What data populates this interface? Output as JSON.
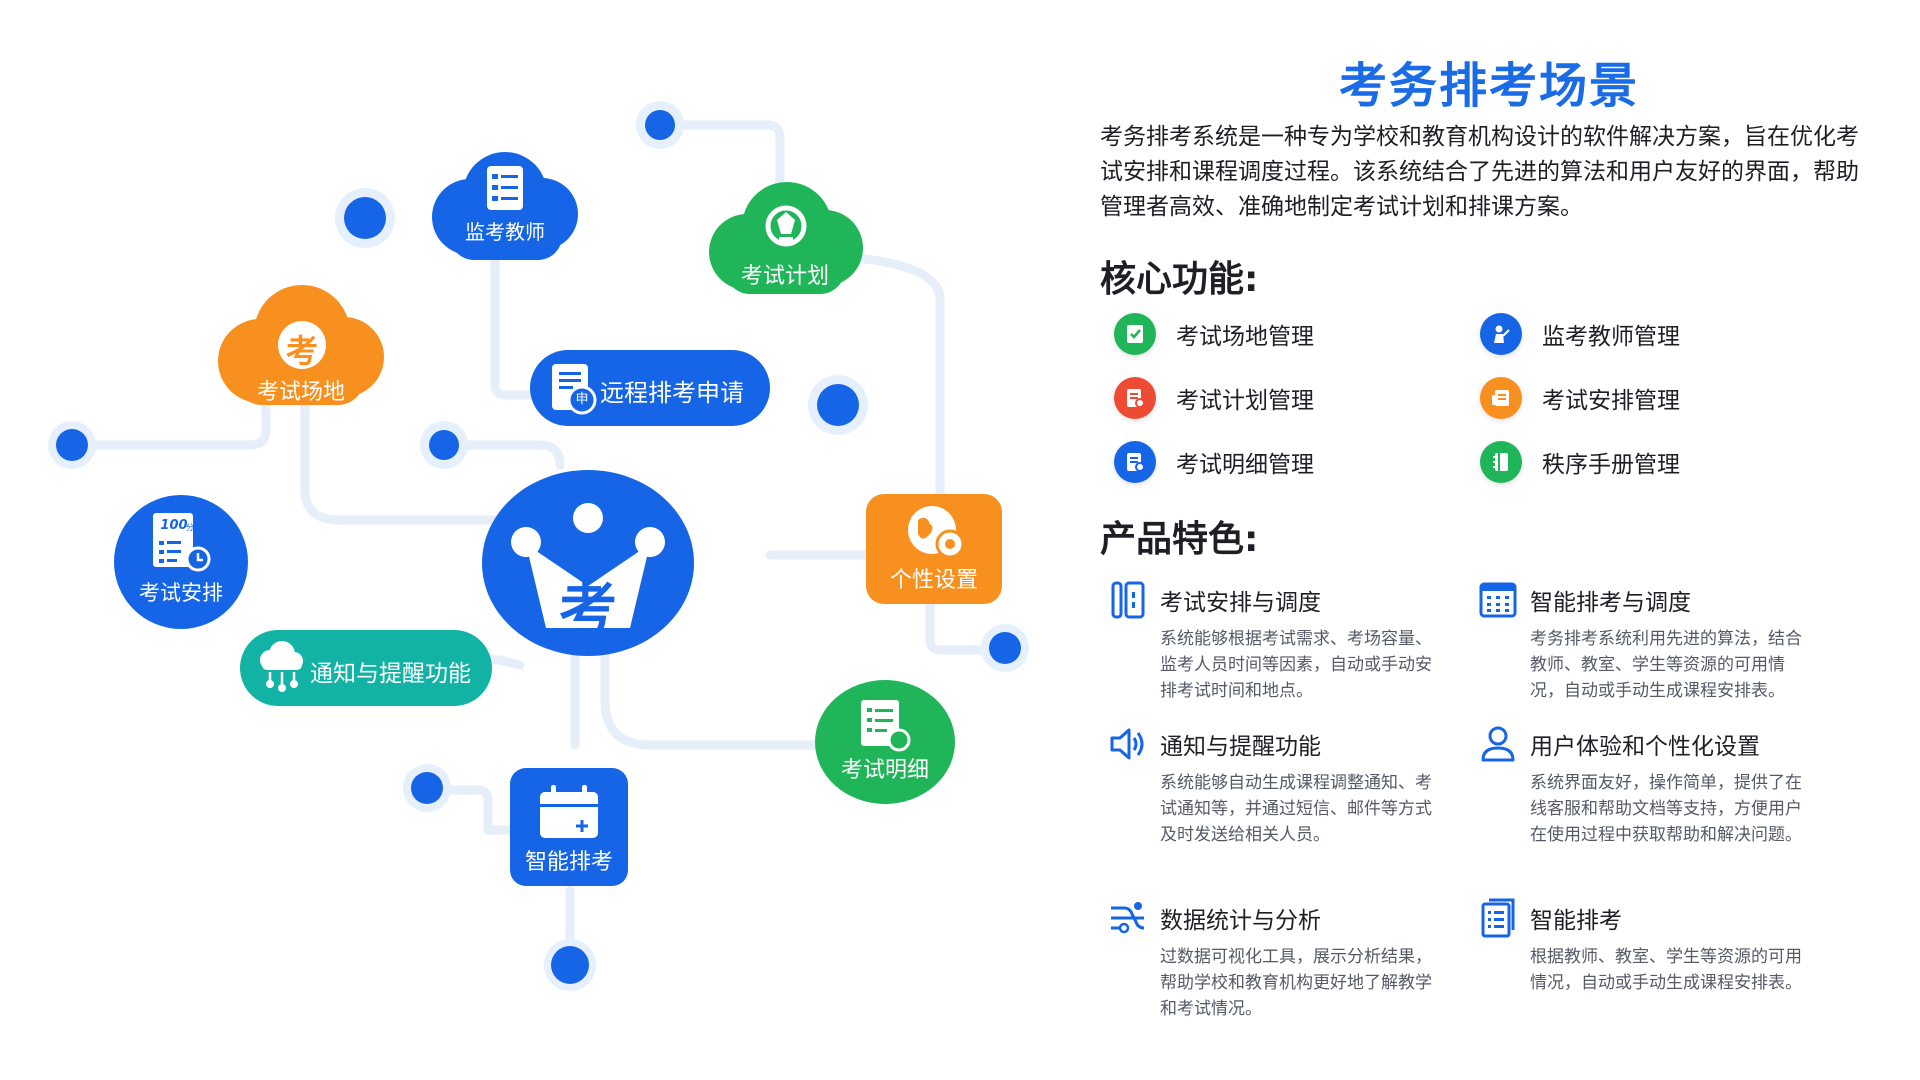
{
  "diagram": {
    "center_char": "考",
    "nodes": {
      "jiankao": "监考教师",
      "kaoshi_jihua": "考试计划",
      "kaoshi_changdi": "考试场地",
      "changdi_char": "考",
      "yuancheng": "远程排考申请",
      "gexing": "个性设置",
      "kaoshi_anpai": "考试安排",
      "anpai_score": "100",
      "anpai_unit": "分",
      "tongzhi": "通知与提醒功能",
      "mingxi": "考试明细",
      "zhineng": "智能排考",
      "shen_char": "申"
    }
  },
  "panel": {
    "title": "考务排考场景",
    "intro": "考务排考系统是一种专为学校和教育机构设计的软件解决方案，旨在优化考试安排和课程调度过程。该系统结合了先进的算法和用户友好的界面，帮助管理者高效、准确地制定考试计划和排课方案。",
    "core_title": "核心功能:",
    "core_functions": [
      {
        "label": "考试场地管理",
        "color": "#21b55a",
        "icon": "venue-doc-icon"
      },
      {
        "label": "监考教师管理",
        "color": "#1565e6",
        "icon": "teacher-icon"
      },
      {
        "label": "考试计划管理",
        "color": "#ee4b35",
        "icon": "plan-doc-icon"
      },
      {
        "label": "考试安排管理",
        "color": "#f7901e",
        "icon": "schedule-doc-icon"
      },
      {
        "label": "考试明细管理",
        "color": "#1565e6",
        "icon": "detail-doc-icon"
      },
      {
        "label": "秩序手册管理",
        "color": "#21b55a",
        "icon": "handbook-icon"
      }
    ],
    "feature_title": "产品特色:",
    "features": [
      {
        "title": "考试安排与调度",
        "desc": "系统能够根据考试需求、考场容量、监考人员时间等因素，自动或手动安排考试时间和地点。",
        "icon": "layout-columns-icon"
      },
      {
        "title": "智能排考与调度",
        "desc": "考务排考系统利用先进的算法，结合教师、教室、学生等资源的可用情况，自动或手动生成课程安排表。",
        "icon": "calendar-grid-icon"
      },
      {
        "title": "通知与提醒功能",
        "desc": "系统能够自动生成课程调整通知、考试通知等，并通过短信、邮件等方式及时发送给相关人员。",
        "icon": "speaker-icon"
      },
      {
        "title": "用户体验和个性化设置",
        "desc": "系统界面友好，操作简单，提供了在线客服和帮助文档等支持，方便用户在使用过程中获取帮助和解决问题。",
        "icon": "user-icon"
      },
      {
        "title": "数据统计与分析",
        "desc": "过数据可视化工具，展示分析结果，帮助学校和教育机构更好地了解教学和考试情况。",
        "icon": "data-flow-icon"
      },
      {
        "title": "智能排考",
        "desc": "根据教师、教室、学生等资源的可用情况，自动或手动生成课程安排表。",
        "icon": "document-list-icon"
      }
    ]
  },
  "colors": {
    "blue": "#1565e6",
    "green": "#21b55a",
    "orange": "#f7901e",
    "teal": "#12b3a4",
    "red": "#ee4b35",
    "title_blue": "#1a6be6"
  }
}
